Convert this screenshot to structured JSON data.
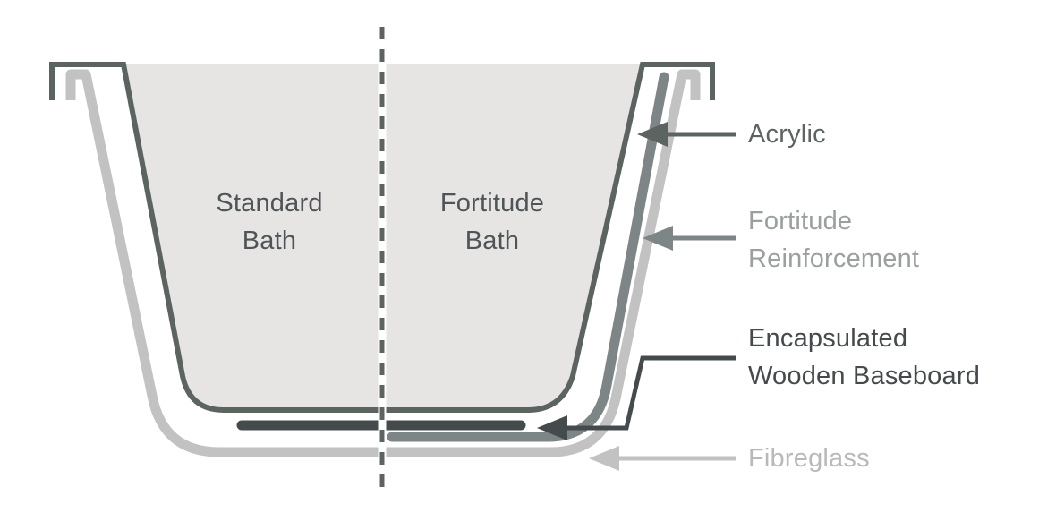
{
  "colors": {
    "background": "#ffffff",
    "tub_fill": "#e6e5e4",
    "acrylic": "#5c6462",
    "fortitude_reinforcement": "#7e8586",
    "wooden_baseboard": "#454b4c",
    "fibreglass": "#c2c2c2",
    "divider": "#5c6462"
  },
  "inner_labels": {
    "standard": [
      "Standard",
      "Bath"
    ],
    "fortitude": [
      "Fortitude",
      "Bath"
    ]
  },
  "layers": [
    {
      "id": "acrylic",
      "lines": [
        "Acrylic"
      ],
      "color": "#5c6462"
    },
    {
      "id": "fortitude_reinforcement",
      "lines": [
        "Fortitude",
        "Reinforcement"
      ],
      "color": "#9a9fa0"
    },
    {
      "id": "wooden_baseboard",
      "lines": [
        "Encapsulated",
        "Wooden Baseboard"
      ],
      "color": "#454b4c"
    },
    {
      "id": "fibreglass",
      "lines": [
        "Fibreglass"
      ],
      "color": "#b9b9b9"
    }
  ]
}
